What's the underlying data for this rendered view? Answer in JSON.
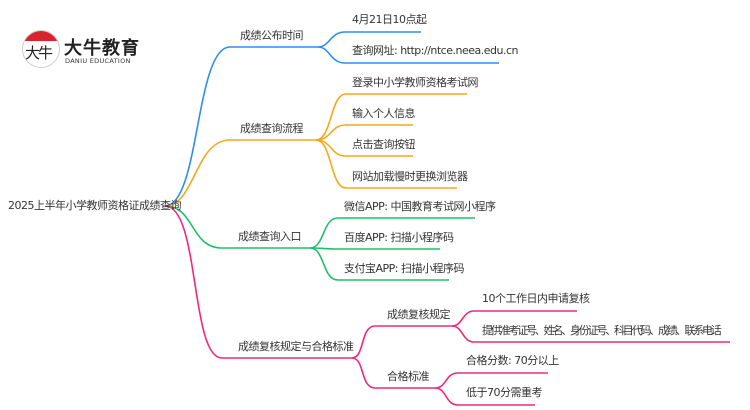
{
  "logo": {
    "mark": "大牛",
    "name": "大牛教育",
    "subtitle": "DANIU EDUCATION"
  },
  "root": "2025上半年小学教师资格证成绩查询",
  "colors": {
    "blue": "#2b8ff0",
    "orange": "#f5a81c",
    "green": "#1fbf6b",
    "pink": "#f0287a"
  },
  "branches": [
    {
      "label": "成绩公布时间",
      "children": [
        "4月21日10点起",
        "查询网址: http://ntce.neea.edu.cn"
      ]
    },
    {
      "label": "成绩查询流程",
      "children": [
        "登录中小学教师资格考试网",
        "输入个人信息",
        "点击查询按钮",
        "网站加载慢时更换浏览器"
      ]
    },
    {
      "label": "成绩查询入口",
      "children": [
        "微信APP: 中国教育考试网小程序",
        "百度APP: 扫描小程序码",
        "支付宝APP: 扫描小程序码"
      ]
    },
    {
      "label": "成绩复核规定与合格标准",
      "subbranches": [
        {
          "label": "成绩复核规定",
          "children": [
            "10个工作日内申请复核",
            "提供准考证号、姓名、身份证号、科目代码、成绩、联系电话"
          ]
        },
        {
          "label": "合格标准",
          "children": [
            "合格分数: 70分以上",
            "低于70分需重考"
          ]
        }
      ]
    }
  ]
}
